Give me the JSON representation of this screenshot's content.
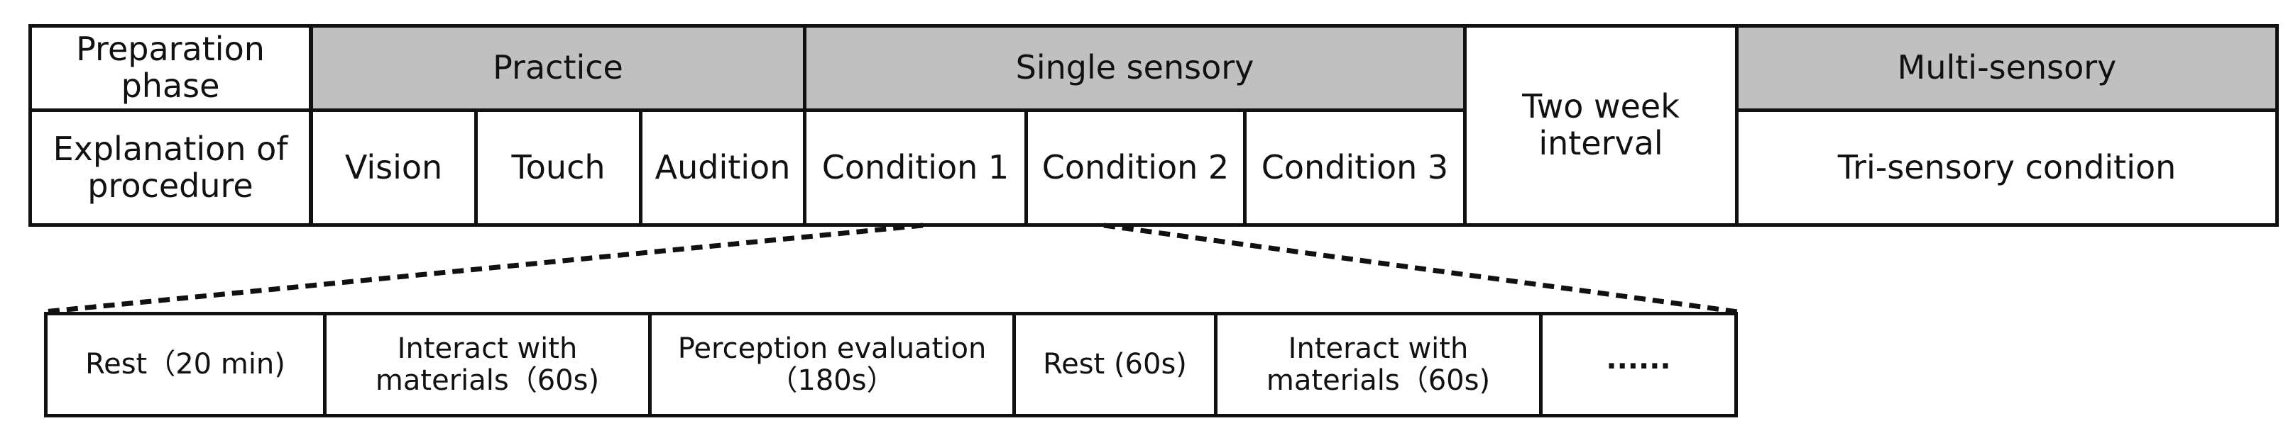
{
  "top_table": {
    "preparation_phase": "Preparation phase",
    "practice": "Practice",
    "single_sensory": "Single sensory",
    "two_week_interval": "Two week interval",
    "multi_sensory": "Multi-sensory",
    "explanation": "Explanation of procedure",
    "vision": "Vision",
    "touch": "Touch",
    "audition": "Audition",
    "condition_1": "Condition 1",
    "condition_2": "Condition 2",
    "condition_3": "Condition 3",
    "tri_sensory": "Tri-sensory condition"
  },
  "sequence": {
    "steps": [
      "Rest（20 min)",
      "Interact with materials（60s)",
      "Perception evaluation （180s）",
      "Rest (60s)",
      "Interact with materials（60s)",
      "......"
    ]
  },
  "colors": {
    "header_fill": "#c0c0c0",
    "border": "#111111"
  }
}
